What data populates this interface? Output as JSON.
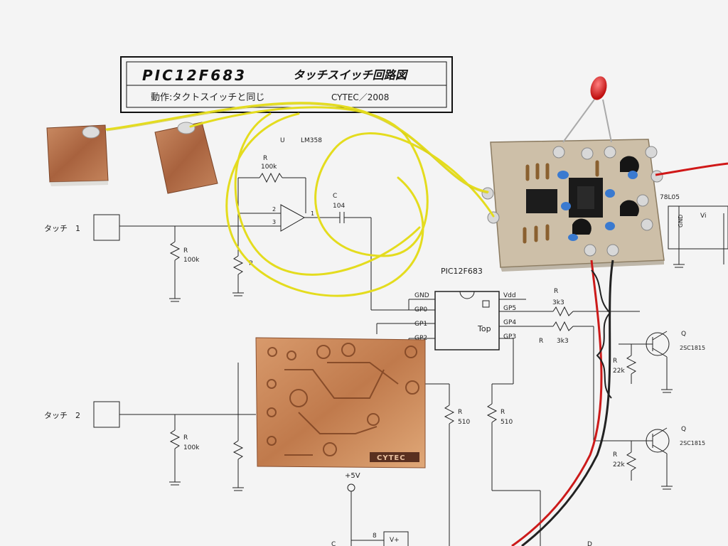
{
  "title_box": {
    "part": "PIC12F683",
    "heading": "タッチスイッチ回路図",
    "subtitle": "動作:タクトスイッチと同じ",
    "credit": "CYTEC／2008"
  },
  "schematic": {
    "touch1_label": "タッチ　1",
    "touch2_label": "タッチ　2",
    "opamp_u": "U",
    "opamp_part": "LM358",
    "opamp_part_partial": "LM358",
    "r_label": "R",
    "r_100k": "100k",
    "r_3k3": "3k3",
    "r_22k": "22k",
    "r_510": "510",
    "c_label": "C",
    "c_value": "104",
    "pin1": "1",
    "pin2": "2",
    "pin3": "3",
    "pin8": "8",
    "vplus": "V+",
    "supply": "+5V",
    "ic_name": "PIC12F683",
    "ic_top": "Top",
    "pins_left": [
      "GND",
      "GP0",
      "GP1",
      "GP2"
    ],
    "pins_right": [
      "Vdd",
      "GP5",
      "GP4",
      "GP3"
    ],
    "q_label": "Q",
    "q_part": "2SC1815",
    "reg_label": "78L05",
    "gnd": "GND",
    "vi": "Vi",
    "d_label": "D"
  },
  "pcb_silk": "CYTEC",
  "colors": {
    "paper": "#f4f4f4",
    "copper": "#b06a45",
    "wire_yellow": "#e8e020",
    "board": "#cdbfa8",
    "led_red": "#e01818"
  }
}
